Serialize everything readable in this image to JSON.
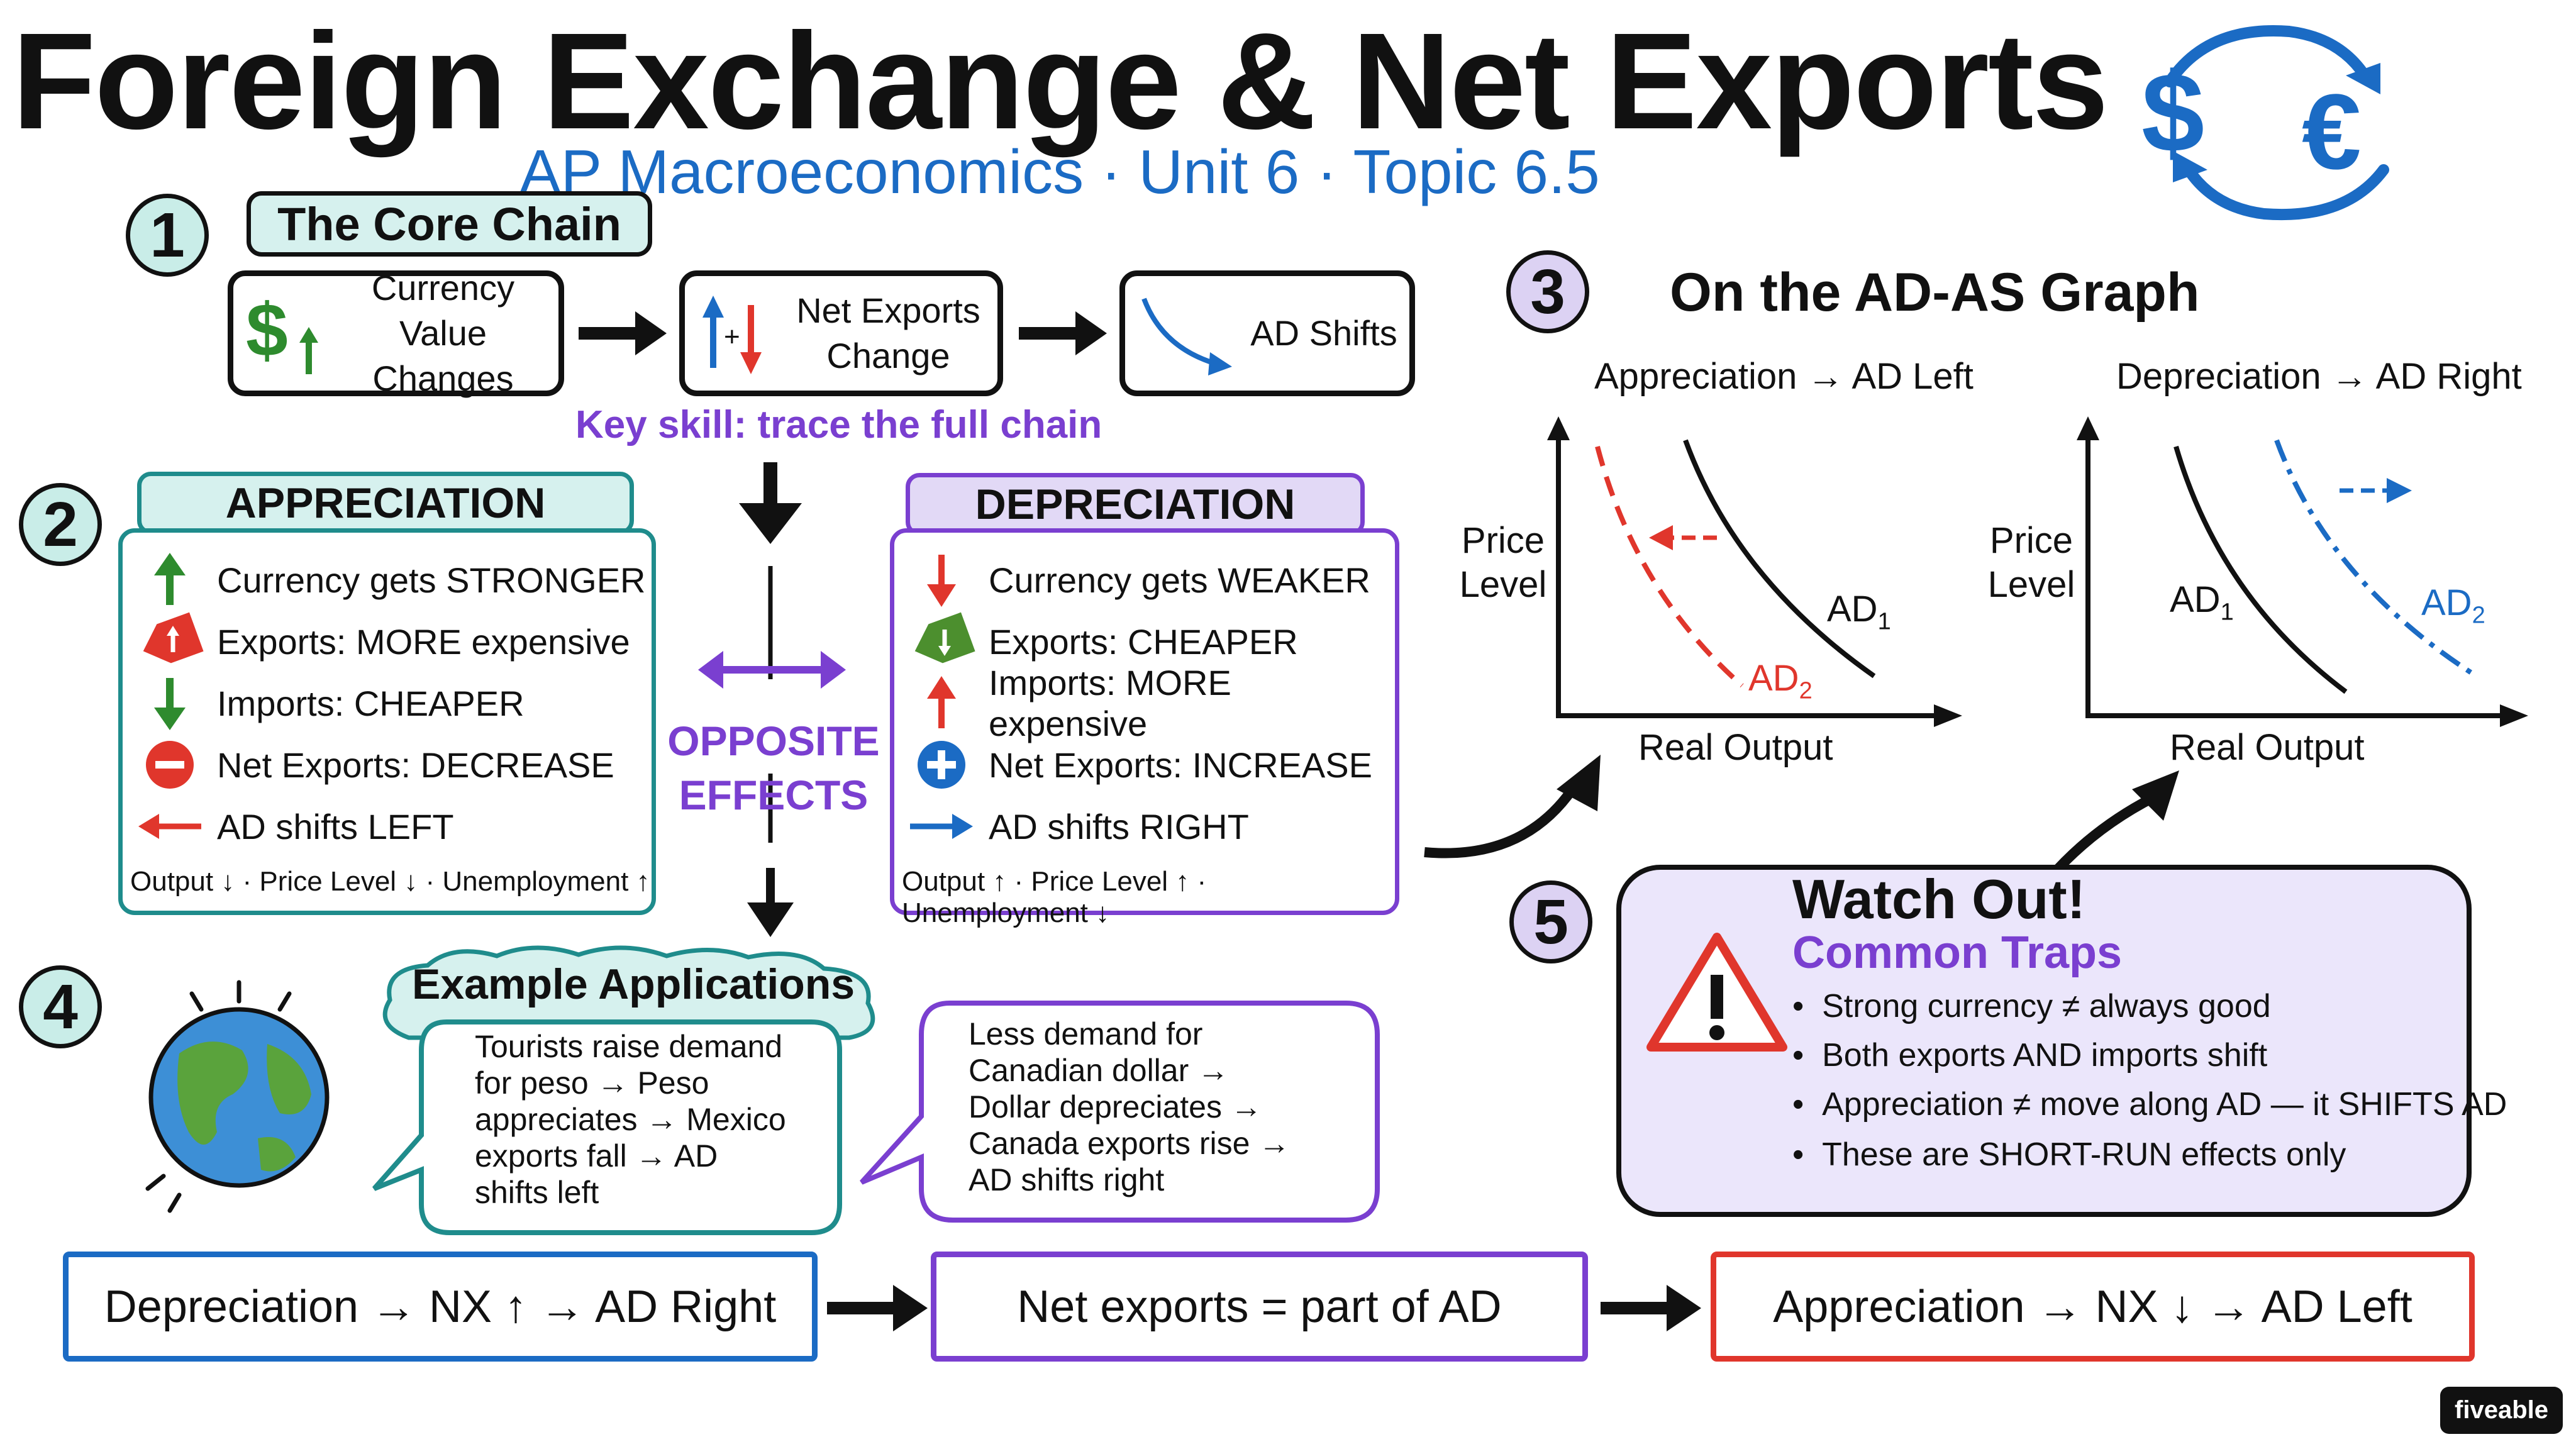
{
  "header": {
    "title": "Foreign Exchange & Net Exports",
    "subtitle": "AP Macroeconomics · Unit 6 · Topic 6.5",
    "currency_icons": [
      "$",
      "€"
    ]
  },
  "section1": {
    "number": "1",
    "label": "The Core Chain",
    "boxes": [
      {
        "icon": "dollar-up-icon",
        "label": "Currency\nValue Changes"
      },
      {
        "icon": "arrows-up-down-icon",
        "label": "Net Exports\nChange"
      },
      {
        "icon": "curve-shift-icon",
        "label": "AD Shifts"
      }
    ],
    "key_skill": "Key skill: trace the full chain"
  },
  "section2": {
    "number": "2",
    "appreciation": {
      "title": "APPRECIATION",
      "rows": [
        {
          "icon": "green-up-arrow-icon",
          "text": "Currency gets STRONGER"
        },
        {
          "icon": "price-tag-up-icon",
          "text": "Exports: MORE expensive"
        },
        {
          "icon": "green-down-arrow-icon",
          "text": "Imports:  CHEAPER"
        },
        {
          "icon": "minus-circle-icon",
          "text": "Net Exports: DECREASE"
        },
        {
          "icon": "red-left-arrow-icon",
          "text": "AD shifts LEFT"
        }
      ],
      "footer": "Output ↓ · Price Level ↓ · Unemployment ↑"
    },
    "middle_label": "OPPOSITE\nEFFECTS",
    "depreciation": {
      "title": "DEPRECIATION",
      "rows": [
        {
          "icon": "red-down-arrow-icon",
          "text": "Currency gets WEAKER"
        },
        {
          "icon": "price-tag-down-icon",
          "text": "Exports: CHEAPER"
        },
        {
          "icon": "red-up-arrow-icon",
          "text": "Imports: MORE expensive"
        },
        {
          "icon": "plus-circle-icon",
          "text": "Net Exports: INCREASE"
        },
        {
          "icon": "blue-right-arrow-icon",
          "text": "AD shifts RIGHT"
        }
      ],
      "footer": "Output ↑ · Price Level ↑ · Unemployment ↓"
    }
  },
  "section3": {
    "number": "3",
    "title": "On the AD-AS Graph",
    "graphs": [
      {
        "title": "Appreciation → AD Left",
        "ylabel": "Price\nLevel",
        "xlabel": "Real Output",
        "curve1": "AD",
        "curve1_sub": "1",
        "curve2": "AD",
        "curve2_sub": "2",
        "colors": {
          "original": "#111111",
          "shifted": "#e0362c"
        }
      },
      {
        "title": "Depreciation → AD Right",
        "ylabel": "Price\nLevel",
        "xlabel": "Real Output",
        "curve1": "AD",
        "curve1_sub": "1",
        "curve2": "AD",
        "curve2_sub": "2",
        "colors": {
          "original": "#111111",
          "shifted": "#1b6bc4"
        }
      }
    ]
  },
  "section4": {
    "number": "4",
    "title": "Example Applications",
    "example1": "Tourists raise demand\nfor peso → Peso\nappreciates → Mexico\nexports fall → AD\nshifts left",
    "example2": "Less demand for\nCanadian dollar →\nDollar depreciates →\nCanada exports rise →\nAD shifts right"
  },
  "section5": {
    "number": "5",
    "title": "Watch Out!",
    "subtitle": "Common Traps",
    "bullets": [
      "Strong currency ≠ always good",
      "Both exports AND imports shift",
      "Appreciation ≠ move along AD — it SHIFTS AD",
      "These are SHORT-RUN effects only"
    ]
  },
  "bottom": {
    "left": "Depreciation → NX ↑ → AD Right",
    "middle": "Net exports = part of AD",
    "right": "Appreciation → NX ↓ → AD Left"
  },
  "brand": "fiveable",
  "colors": {
    "teal": "#1f8c8c",
    "purple": "#7a3fd0",
    "blue": "#1b6bc4",
    "red": "#e0362c",
    "green": "#2e8b2e"
  }
}
